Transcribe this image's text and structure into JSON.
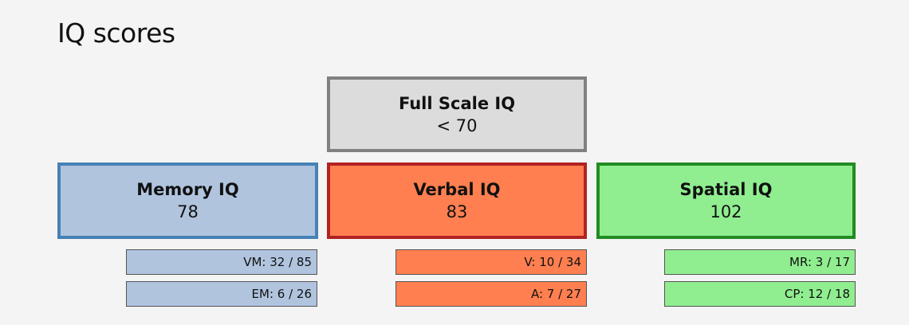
{
  "title": "IQ scores",
  "colors": {
    "full_fill": "#dcdcdc",
    "full_border": "#808080",
    "memory_fill": "#b0c4de",
    "memory_border": "#4682b4",
    "verbal_fill": "#ff7f50",
    "verbal_border": "#b22222",
    "spatial_fill": "#90ee90",
    "spatial_border": "#228b22"
  },
  "full_scale": {
    "label": "Full Scale IQ",
    "value": "< 70"
  },
  "indices": [
    {
      "label": "Memory IQ",
      "value": "78",
      "subtests": [
        "VM: 32 / 85",
        "EM: 6 / 26"
      ]
    },
    {
      "label": "Verbal IQ",
      "value": "83",
      "subtests": [
        "V: 10 / 34",
        "A: 7 / 27"
      ]
    },
    {
      "label": "Spatial IQ",
      "value": "102",
      "subtests": [
        "MR: 3 / 17",
        "CP: 12 / 18"
      ]
    }
  ]
}
